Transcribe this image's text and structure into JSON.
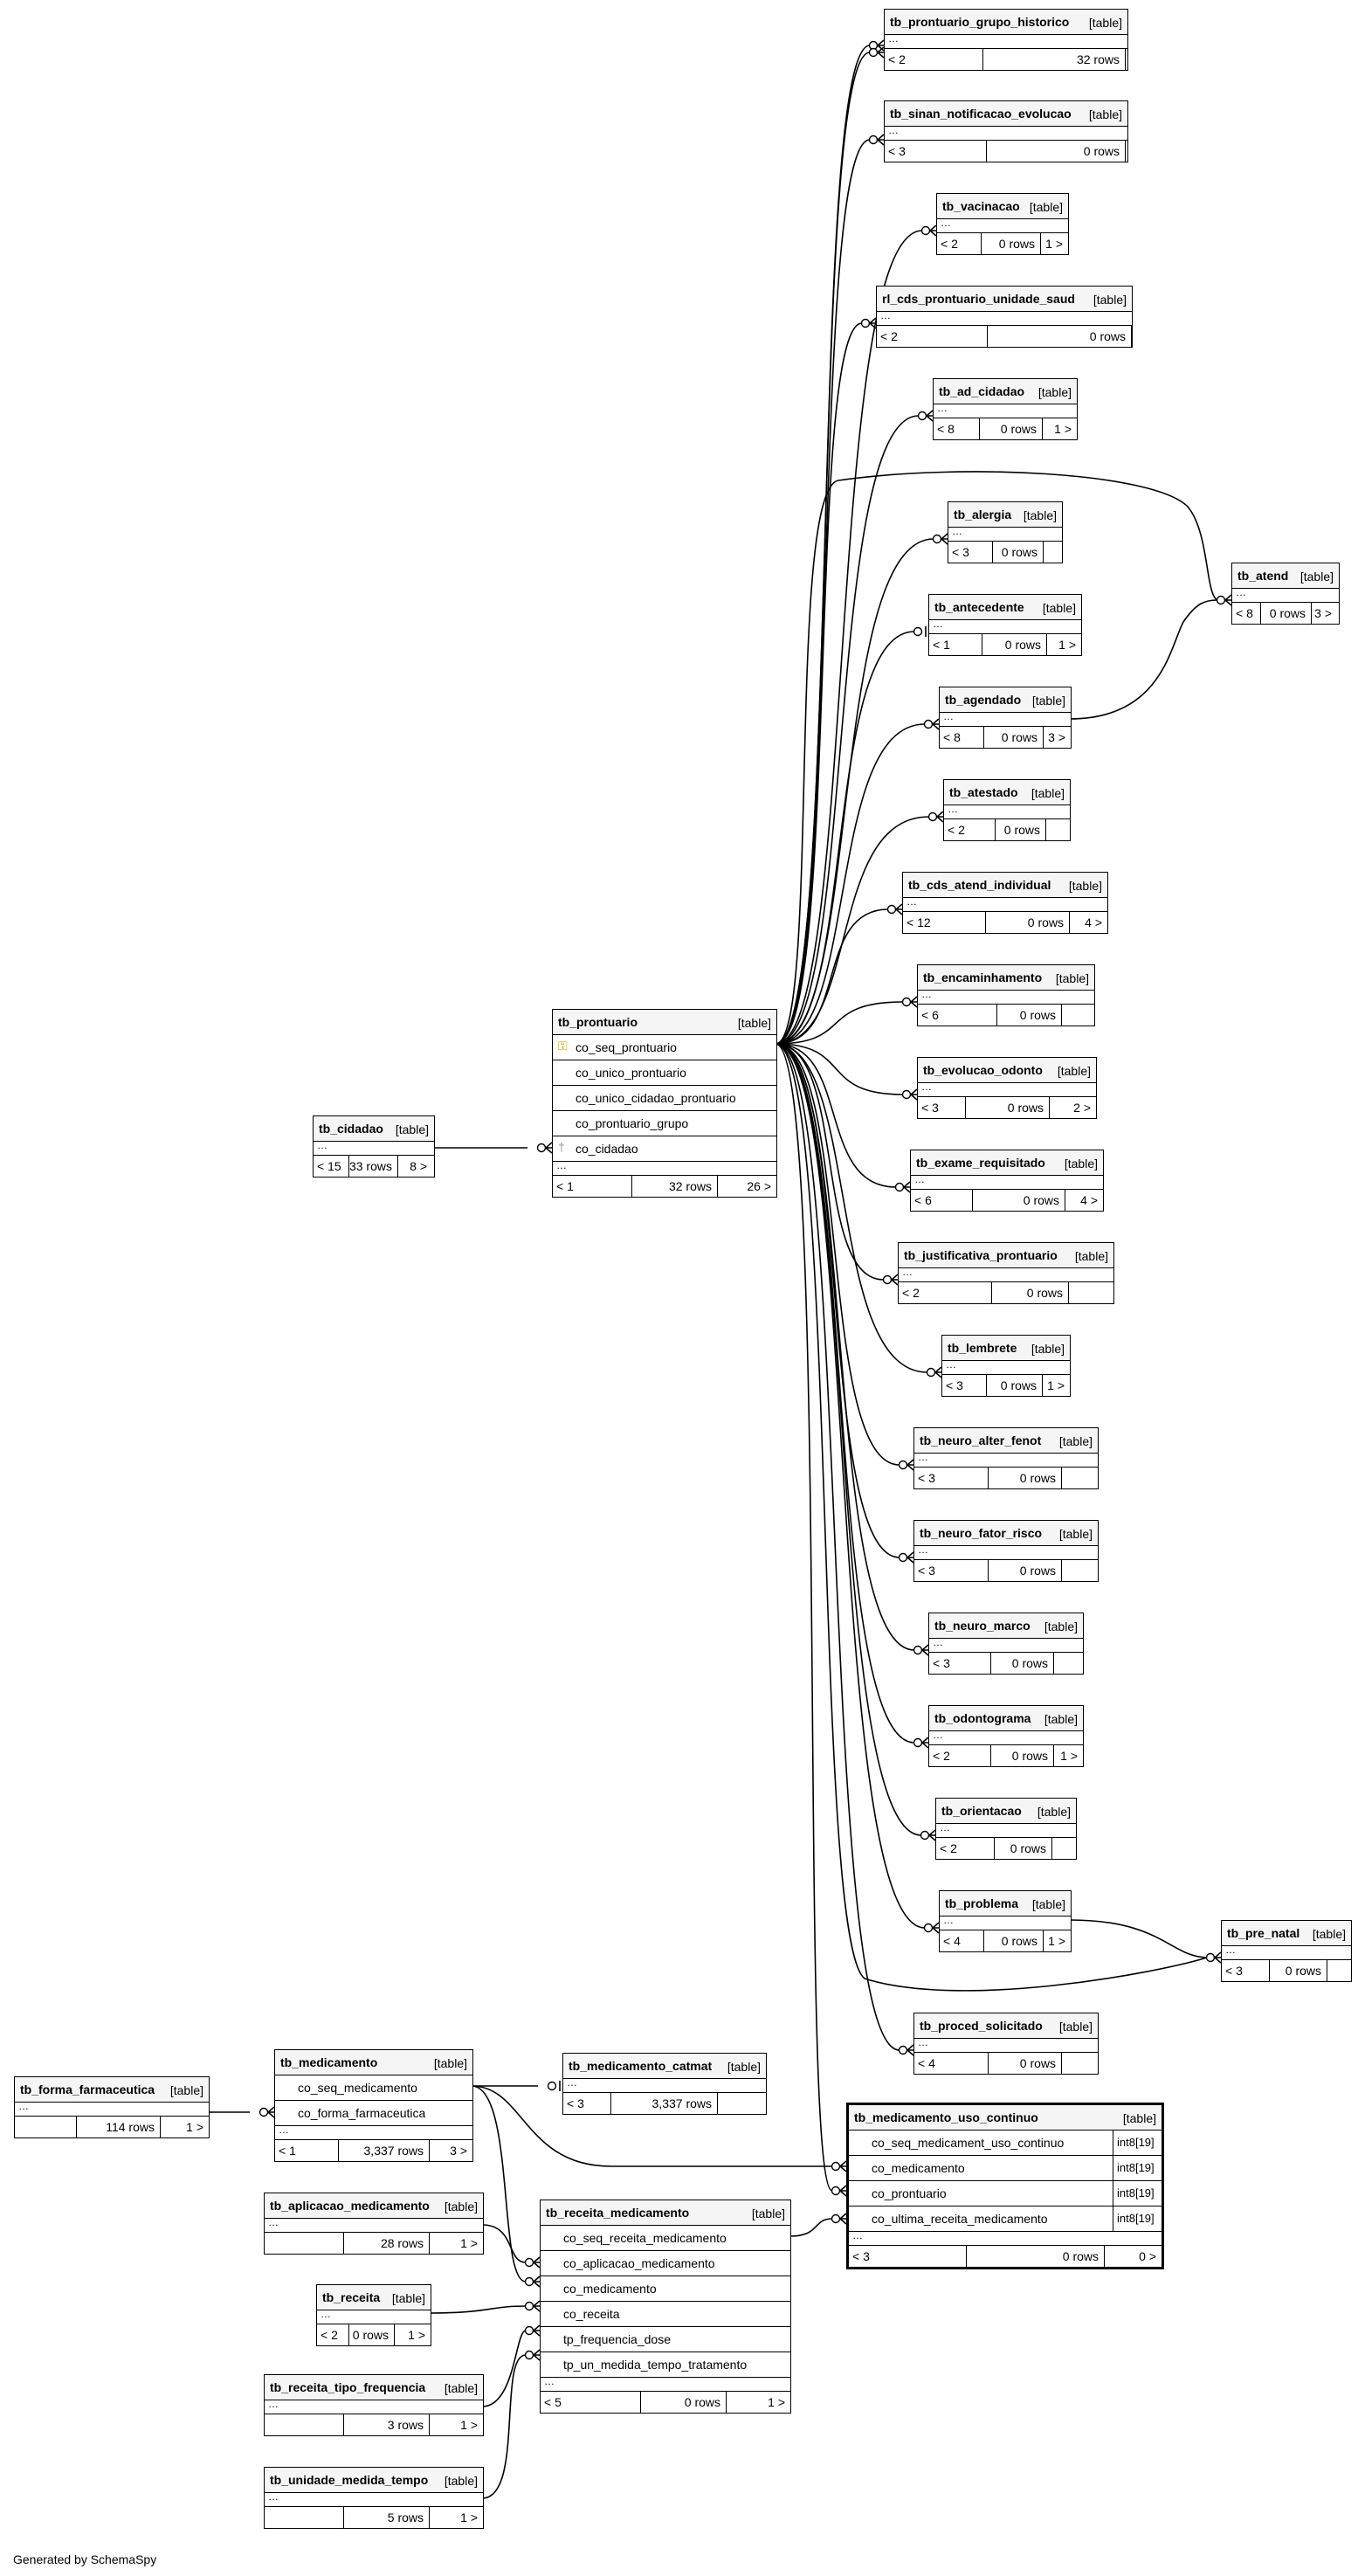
{
  "title": "Generated by SchemaSpy",
  "tables": [
    {
      "id": "grupo_hist",
      "name": "tb_prontuario_grupo_historico",
      "type": "[table]",
      "parents": "< 2",
      "rows": "32 rows",
      "children": ""
    },
    {
      "id": "sinan",
      "name": "tb_sinan_notificacao_evolucao",
      "type": "[table]",
      "parents": "< 3",
      "rows": "0 rows",
      "children": ""
    },
    {
      "id": "vacinacao",
      "name": "tb_vacinacao",
      "type": "[table]",
      "parents": "< 2",
      "rows": "0 rows",
      "children": "1 >"
    },
    {
      "id": "rl_cds",
      "name": "rl_cds_prontuario_unidade_saud",
      "type": "[table]",
      "parents": "< 2",
      "rows": "0 rows",
      "children": ""
    },
    {
      "id": "ad_cidadao",
      "name": "tb_ad_cidadao",
      "type": "[table]",
      "parents": "< 8",
      "rows": "0 rows",
      "children": "1 >"
    },
    {
      "id": "alergia",
      "name": "tb_alergia",
      "type": "[table]",
      "parents": "< 3",
      "rows": "0 rows",
      "children": ""
    },
    {
      "id": "atend",
      "name": "tb_atend",
      "type": "[table]",
      "parents": "< 8",
      "rows": "0 rows",
      "children": "3 >"
    },
    {
      "id": "antecedente",
      "name": "tb_antecedente",
      "type": "[table]",
      "parents": "< 1",
      "rows": "0 rows",
      "children": "1 >"
    },
    {
      "id": "agendado",
      "name": "tb_agendado",
      "type": "[table]",
      "parents": "< 8",
      "rows": "0 rows",
      "children": "3 >"
    },
    {
      "id": "atestado",
      "name": "tb_atestado",
      "type": "[table]",
      "parents": "< 2",
      "rows": "0 rows",
      "children": ""
    },
    {
      "id": "cds_atend",
      "name": "tb_cds_atend_individual",
      "type": "[table]",
      "parents": "< 12",
      "rows": "0 rows",
      "children": "4 >"
    },
    {
      "id": "encaminhamento",
      "name": "tb_encaminhamento",
      "type": "[table]",
      "parents": "< 6",
      "rows": "0 rows",
      "children": ""
    },
    {
      "id": "evolucao",
      "name": "tb_evolucao_odonto",
      "type": "[table]",
      "parents": "< 3",
      "rows": "0 rows",
      "children": "2 >"
    },
    {
      "id": "exame",
      "name": "tb_exame_requisitado",
      "type": "[table]",
      "parents": "< 6",
      "rows": "0 rows",
      "children": "4 >"
    },
    {
      "id": "justificativa",
      "name": "tb_justificativa_prontuario",
      "type": "[table]",
      "parents": "< 2",
      "rows": "0 rows",
      "children": ""
    },
    {
      "id": "lembrete",
      "name": "tb_lembrete",
      "type": "[table]",
      "parents": "< 3",
      "rows": "0 rows",
      "children": "1 >"
    },
    {
      "id": "neuro_alter",
      "name": "tb_neuro_alter_fenot",
      "type": "[table]",
      "parents": "< 3",
      "rows": "0 rows",
      "children": ""
    },
    {
      "id": "neuro_fator",
      "name": "tb_neuro_fator_risco",
      "type": "[table]",
      "parents": "< 3",
      "rows": "0 rows",
      "children": ""
    },
    {
      "id": "neuro_marco",
      "name": "tb_neuro_marco",
      "type": "[table]",
      "parents": "< 3",
      "rows": "0 rows",
      "children": ""
    },
    {
      "id": "odontograma",
      "name": "tb_odontograma",
      "type": "[table]",
      "parents": "< 2",
      "rows": "0 rows",
      "children": "1 >"
    },
    {
      "id": "orientacao",
      "name": "tb_orientacao",
      "type": "[table]",
      "parents": "< 2",
      "rows": "0 rows",
      "children": ""
    },
    {
      "id": "problema",
      "name": "tb_problema",
      "type": "[table]",
      "parents": "< 4",
      "rows": "0 rows",
      "children": "1 >"
    },
    {
      "id": "pre_natal",
      "name": "tb_pre_natal",
      "type": "[table]",
      "parents": "< 3",
      "rows": "0 rows",
      "children": ""
    },
    {
      "id": "proced",
      "name": "tb_proced_solicitado",
      "type": "[table]",
      "parents": "< 4",
      "rows": "0 rows",
      "children": ""
    },
    {
      "id": "cidadao",
      "name": "tb_cidadao",
      "type": "[table]",
      "parents": "< 15",
      "rows": "33 rows",
      "children": "8 >"
    },
    {
      "id": "prontuario",
      "name": "tb_prontuario",
      "type": "[table]",
      "parents": "< 1",
      "rows": "32 rows",
      "children": "26 >",
      "columns": [
        "co_seq_prontuario",
        "co_unico_prontuario",
        "co_unico_cidadao_prontuario",
        "co_prontuario_grupo",
        "co_cidadao"
      ],
      "column_keys": [
        "pk",
        "",
        "",
        "",
        "fk"
      ]
    },
    {
      "id": "forma",
      "name": "tb_forma_farmaceutica",
      "type": "[table]",
      "parents": "",
      "rows": "114 rows",
      "children": "1 >"
    },
    {
      "id": "medicamento",
      "name": "tb_medicamento",
      "type": "[table]",
      "parents": "< 1",
      "rows": "3,337 rows",
      "children": "3 >",
      "columns": [
        "co_seq_medicamento",
        "co_forma_farmaceutica"
      ]
    },
    {
      "id": "catmat",
      "name": "tb_medicamento_catmat",
      "type": "[table]",
      "parents": "< 3",
      "rows": "3,337 rows",
      "children": ""
    },
    {
      "id": "aplicacao",
      "name": "tb_aplicacao_medicamento",
      "type": "[table]",
      "parents": "",
      "rows": "28 rows",
      "children": "1 >"
    },
    {
      "id": "receita",
      "name": "tb_receita",
      "type": "[table]",
      "parents": "< 2",
      "rows": "0 rows",
      "children": "1 >"
    },
    {
      "id": "receita_med",
      "name": "tb_receita_medicamento",
      "type": "[table]",
      "parents": "< 5",
      "rows": "0 rows",
      "children": "1 >",
      "columns": [
        "co_seq_receita_medicamento",
        "co_aplicacao_medicamento",
        "co_medicamento",
        "co_receita",
        "tp_frequencia_dose",
        "tp_un_medida_tempo_tratamento"
      ]
    },
    {
      "id": "tipo_freq",
      "name": "tb_receita_tipo_frequencia",
      "type": "[table]",
      "parents": "",
      "rows": "3 rows",
      "children": "1 >"
    },
    {
      "id": "unidade",
      "name": "tb_unidade_medida_tempo",
      "type": "[table]",
      "parents": "",
      "rows": "5 rows",
      "children": "1 >"
    },
    {
      "id": "uso_continuo",
      "name": "tb_medicamento_uso_continuo",
      "type": "[table]",
      "parents": "< 3",
      "rows": "0 rows",
      "children": "0 >",
      "columns": [
        "co_seq_medicament_uso_continuo",
        "co_medicamento",
        "co_prontuario",
        "co_ultima_receita_medicamento"
      ],
      "column_types": [
        "int8[19]",
        "int8[19]",
        "int8[19]",
        "int8[19]"
      ]
    }
  ]
}
